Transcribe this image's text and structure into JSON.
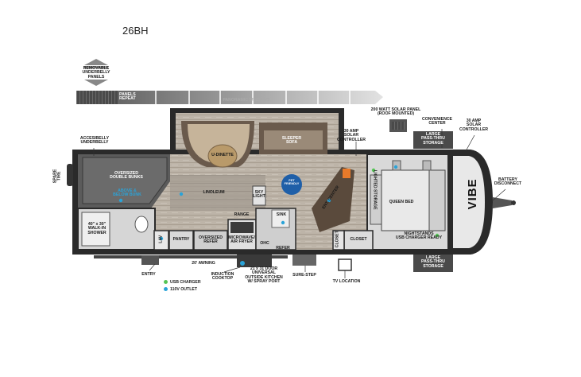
{
  "model": "26BH",
  "labels": {
    "removable_underbelly": "REMOVABLE\nUNDERBELLY\nPANELS",
    "panels_repeat": "PANELS\nREPEAT",
    "panoramic": "PANORAMIC WINDOWS",
    "solar_panel": "200 WATT SOLAR PANEL\n(ROOF MOUNTED)",
    "convenience_center": "CONVENIENCE\nCENTER",
    "amp30_left": "30 AMP\nSOLAR\nCONTROLLER",
    "amp30_right": "30 AMP\nSOLAR\nCONTROLLER",
    "pass_thru_top": "LARGE\nPASS-THRU\nSTORAGE",
    "pass_thru_bottom": "LARGE\nPASS-THRU\nSTORAGE",
    "accessible_underbelly": "ACCESIBELLY\nUNDERBELLY",
    "spare_tire": "SPARE TIRE",
    "bunks": "OVERSIZED\nDOUBLE BUNKS",
    "above_below_bunk": "ABOVE &\nBELOW BUNK",
    "u_dinette": "U-DINETTE",
    "sleeper_sofa": "SLEEPER\nSOFA",
    "linoleum": "LINOLEUM",
    "skylight": "SKY\nLIGHT",
    "range": "RANGE",
    "sink": "SINK",
    "ent_center": "ENT. CENTER",
    "lighted_storage": "LIGHTED STORAGE",
    "queen_bed": "QUEEN BED",
    "nightstands": "NIGHTSTANDS\nUSB CHARGER READY",
    "closet_right": "CLOSET",
    "closet_vertical": "CLOSET",
    "shower": "40\" x 30\"\nWALK-IN\nSHOWER",
    "lav": "LAV",
    "pantry": "PANTRY",
    "oversized_refer": "OVERSIZED\nREFER",
    "microwave": "MICROWAVE/\nAIR FRYER",
    "ohc": "OHC",
    "refer": "REFER",
    "awning": "20' AWNING",
    "entry": "ENTRY",
    "induction": "INDUCTION\nCOOKTOP",
    "door_kitchen": "21 x 31 DOOR\nUNIVERSAL\nOUTSIDE KITCHEN\nW/ SPRAY PORT",
    "sure_step": "SURE-STEP",
    "tv_location": "TV LOCATION",
    "battery": "BATTERY\nDISCONNECT",
    "brand": "VIBE",
    "logo_text": "PET\nFRIENDLY"
  },
  "legend": [
    {
      "text": "USB CHARGER",
      "color": "#55c455"
    },
    {
      "text": "110V OUTLET",
      "color": "#2aa3d8"
    }
  ],
  "colors": {
    "wall": "#2a2a2a",
    "floor": "#b9b1a6",
    "linoleum": "#a79f95",
    "bunk_floor": "#5b5b5b",
    "accent_blue": "#2aa3d8",
    "usb_green": "#55c455"
  }
}
